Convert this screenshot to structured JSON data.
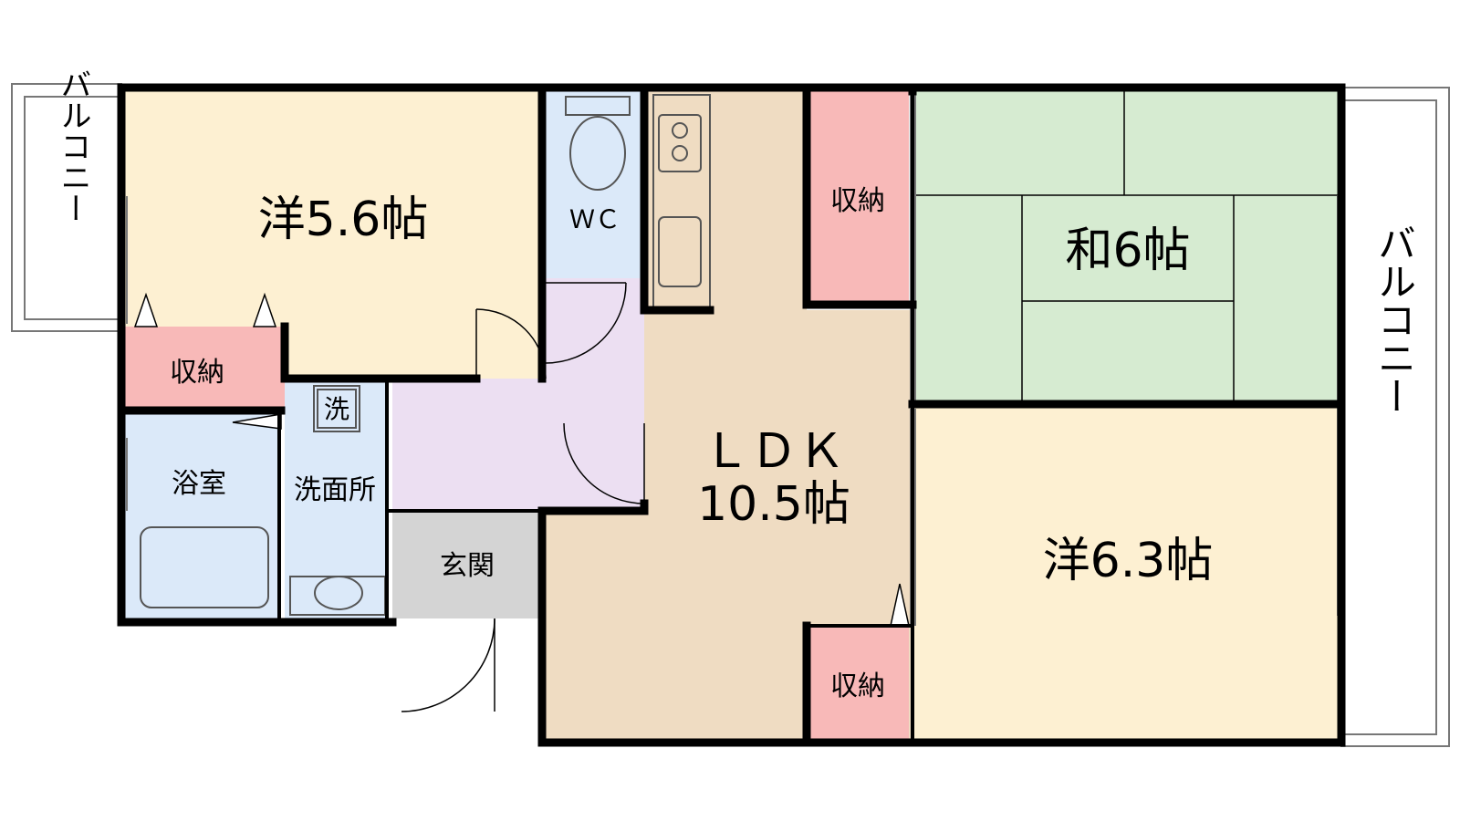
{
  "rooms": {
    "western_a": "洋5.6帖",
    "western_b": "洋6.3帖",
    "japanese": "和6帖",
    "ldk_line1": "ＬＤＫ",
    "ldk_line2": "10.5帖",
    "wc": "ＷＣ",
    "bath": "浴室",
    "washroom": "洗面所",
    "washer": "洗",
    "entrance": "玄関",
    "storage_top": "収納",
    "storage_left": "収納",
    "storage_bottom": "収納",
    "balcony_left": "バルコニー",
    "balcony_right": "バルコニー"
  },
  "colors": {
    "western": "#fdf0d2",
    "japanese": "#d6ebd1",
    "ldk": "#efdcc2",
    "hall": "#ecdff2",
    "wet": "#dbe9f9",
    "storage": "#f8b9b8",
    "entrance": "#d4d4d4",
    "wall": "#000000"
  }
}
